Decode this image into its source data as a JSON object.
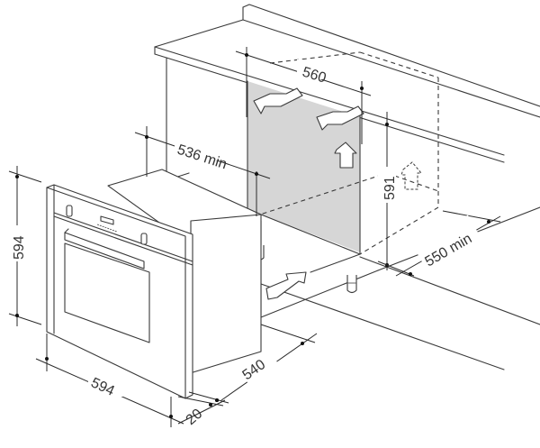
{
  "diagram": {
    "subject": "Built-in oven installation dimensions",
    "units": "mm",
    "dimensions": {
      "niche_width": "560",
      "niche_depth_min": "536 min",
      "niche_height": "591",
      "cabinet_depth_min": "550 min",
      "oven_height": "594",
      "oven_width": "594",
      "oven_body_depth": "540",
      "oven_front_thickness": "20"
    },
    "components": {
      "worktop": "worktop",
      "cabinet": "cabinet",
      "niche": "niche",
      "oven": "oven",
      "oven_handle": "door handle",
      "control_knobs": 2,
      "display": "display"
    },
    "arrows": [
      {
        "name": "airflow-arrow-top-left",
        "direction": "out-front"
      },
      {
        "name": "airflow-arrow-top-right",
        "direction": "out-front"
      },
      {
        "name": "airflow-arrow-up-inside",
        "direction": "up"
      },
      {
        "name": "airflow-arrow-up-behind",
        "direction": "up",
        "style": "dashed"
      },
      {
        "name": "airflow-arrow-bottom",
        "direction": "in-back"
      }
    ],
    "colors": {
      "line": "#3a3a3a",
      "niche_fill": "#d6d6d6",
      "background": "#ffffff"
    }
  }
}
